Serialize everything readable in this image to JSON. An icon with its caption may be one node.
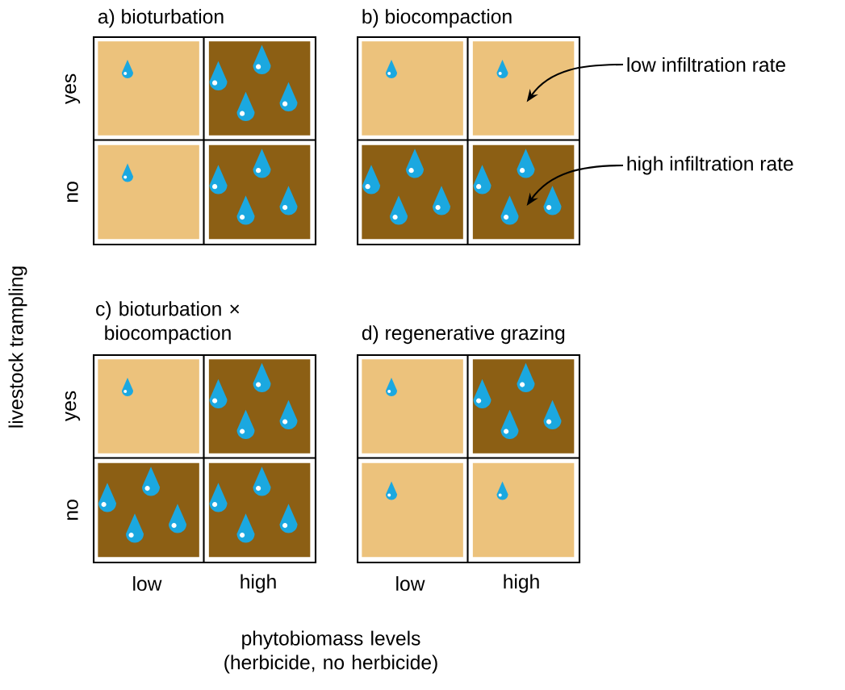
{
  "diagram": {
    "nodes": [
      {
        "text": [
          "a) bioturbation"
        ]
      },
      {
        "text": [],
        "shape": "box",
        "in": 0
      },
      {
        "text": [],
        "shape": "box",
        "in": 0
      },
      {
        "text": [],
        "shape": "box",
        "in": 0
      },
      {
        "text": [],
        "shape": "box",
        "in": 0
      },
      {
        "text": [
          "b) biocompaction"
        ]
      },
      {
        "text": [],
        "shape": "box",
        "in": 5
      },
      {
        "text": [],
        "shape": "box",
        "in": 5
      },
      {
        "text": [],
        "shape": "box",
        "in": 5
      },
      {
        "text": [],
        "shape": "box",
        "in": 5
      },
      {
        "text": [
          "c) bioturbation × biocompaction"
        ]
      },
      {
        "text": [],
        "shape": "box",
        "in": 10
      },
      {
        "text": [],
        "shape": "box",
        "in": 10
      },
      {
        "text": [],
        "shape": "box",
        "in": 10
      },
      {
        "text": [],
        "shape": "box",
        "in": 10
      },
      {
        "text": [
          "d) regenerative grazing"
        ]
      },
      {
        "text": [],
        "shape": "box",
        "in": 15
      },
      {
        "text": [],
        "shape": "box",
        "in": 15
      },
      {
        "text": [],
        "shape": "box",
        "in": 15
      },
      {
        "text": [],
        "shape": "box",
        "in": 15
      },
      {
        "text": [
          "low infiltration rate"
        ]
      },
      {
        "text": [
          "high infiltration rate"
        ]
      }
    ],
    "edges": [
      {
        "from": 20,
        "to": 7,
        "arrow": "to"
      },
      {
        "from": 21,
        "to": 9,
        "arrow": "to"
      }
    ],
    "labels": [
      "yes",
      "no",
      "livestock trampling",
      "yes",
      "no",
      "low",
      "high",
      "low",
      "high",
      "phytobiomass levels (herbicide, no herbicide)"
    ]
  }
}
